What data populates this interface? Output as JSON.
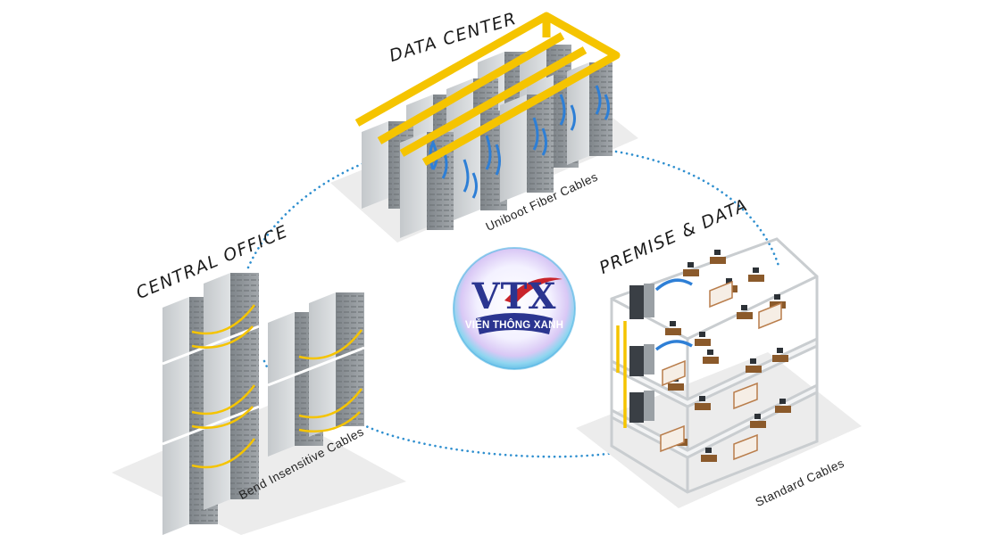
{
  "labels": {
    "data_center": "DATA CENTER",
    "central_office": "CENTRAL OFFICE",
    "premise_data": "PREMISE & DATA",
    "uniboot": "Uniboot Fiber Cables",
    "bend": "Bend Insensitive Cables",
    "standard": "Standard Cables"
  },
  "logo": {
    "mark": "VTX",
    "subtitle": "VIỄN THÔNG XANH"
  },
  "colors": {
    "tray_yellow": "#f5c400",
    "fiber_blue": "#2e7fd6",
    "dotted_link": "#2f8fcf",
    "rack_gray": "#8e9499",
    "floor_gray": "#ececec",
    "logo_navy": "#2b3590"
  }
}
